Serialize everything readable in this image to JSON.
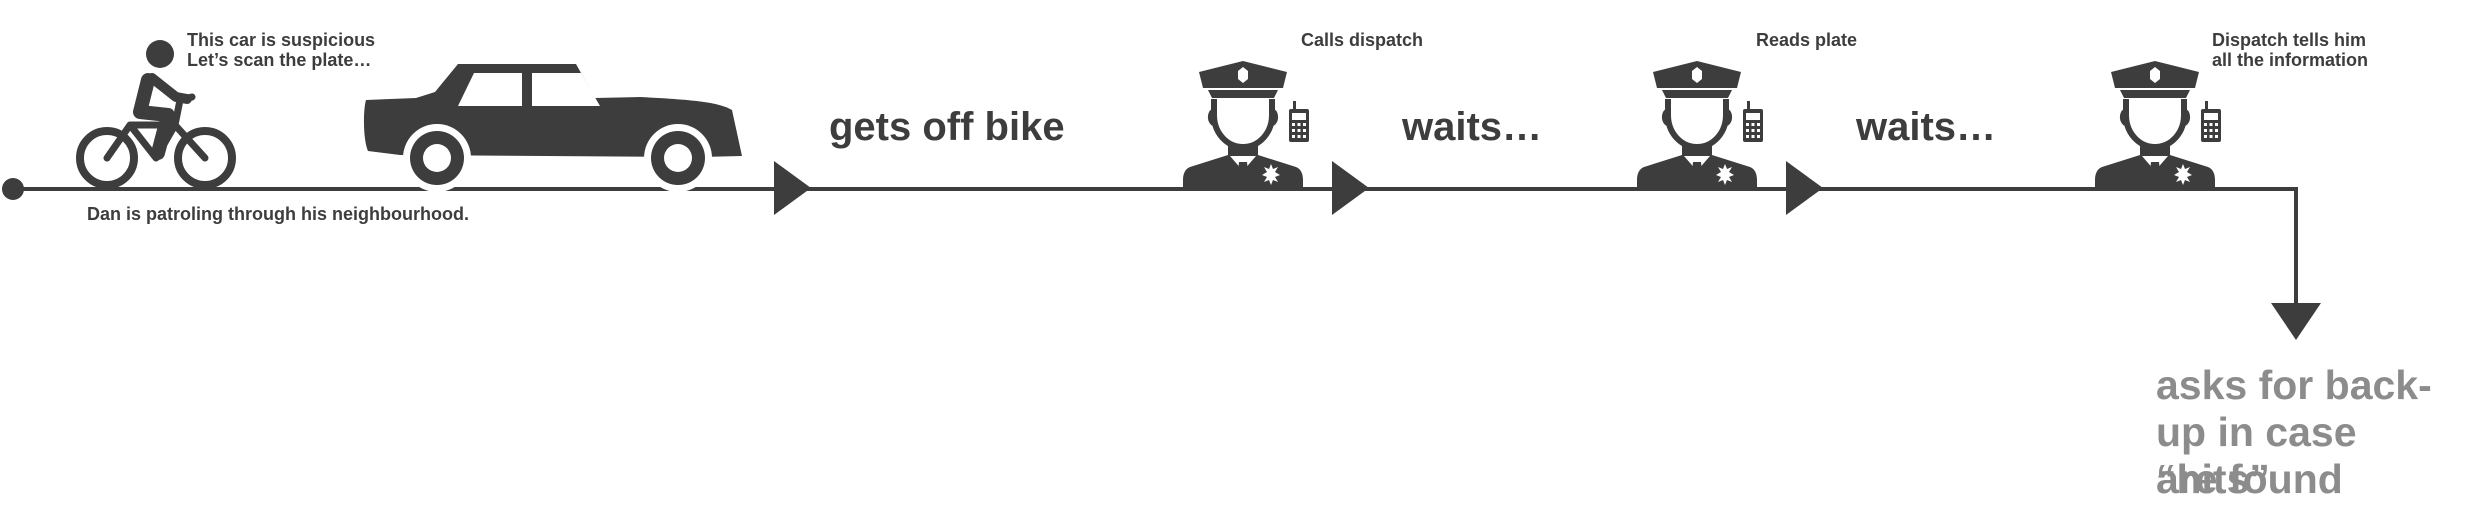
{
  "steps": {
    "intro": "Dan is patroling through his neighbourhood.",
    "suspicious_line1": "This car is suspicious",
    "suspicious_line2": "Let’s scan the plate…",
    "gets_off": "gets off bike",
    "calls": "Calls dispatch",
    "waits_1": "waits…",
    "reads": "Reads plate",
    "waits_2": "waits…",
    "dispatch_line1": "Dispatch tells him",
    "dispatch_line2": "all the information",
    "final_line1": "asks for back-",
    "final_line2": "up in case “hits”",
    "final_line3": "are found"
  },
  "icons": [
    "cyclist-icon",
    "car-icon",
    "police-officer-icon",
    "walkie-talkie-icon",
    "arrow-icon"
  ],
  "colors": {
    "ink": "#3d3d3d",
    "muted": "#8c8c8c",
    "background": "#ffffff"
  }
}
